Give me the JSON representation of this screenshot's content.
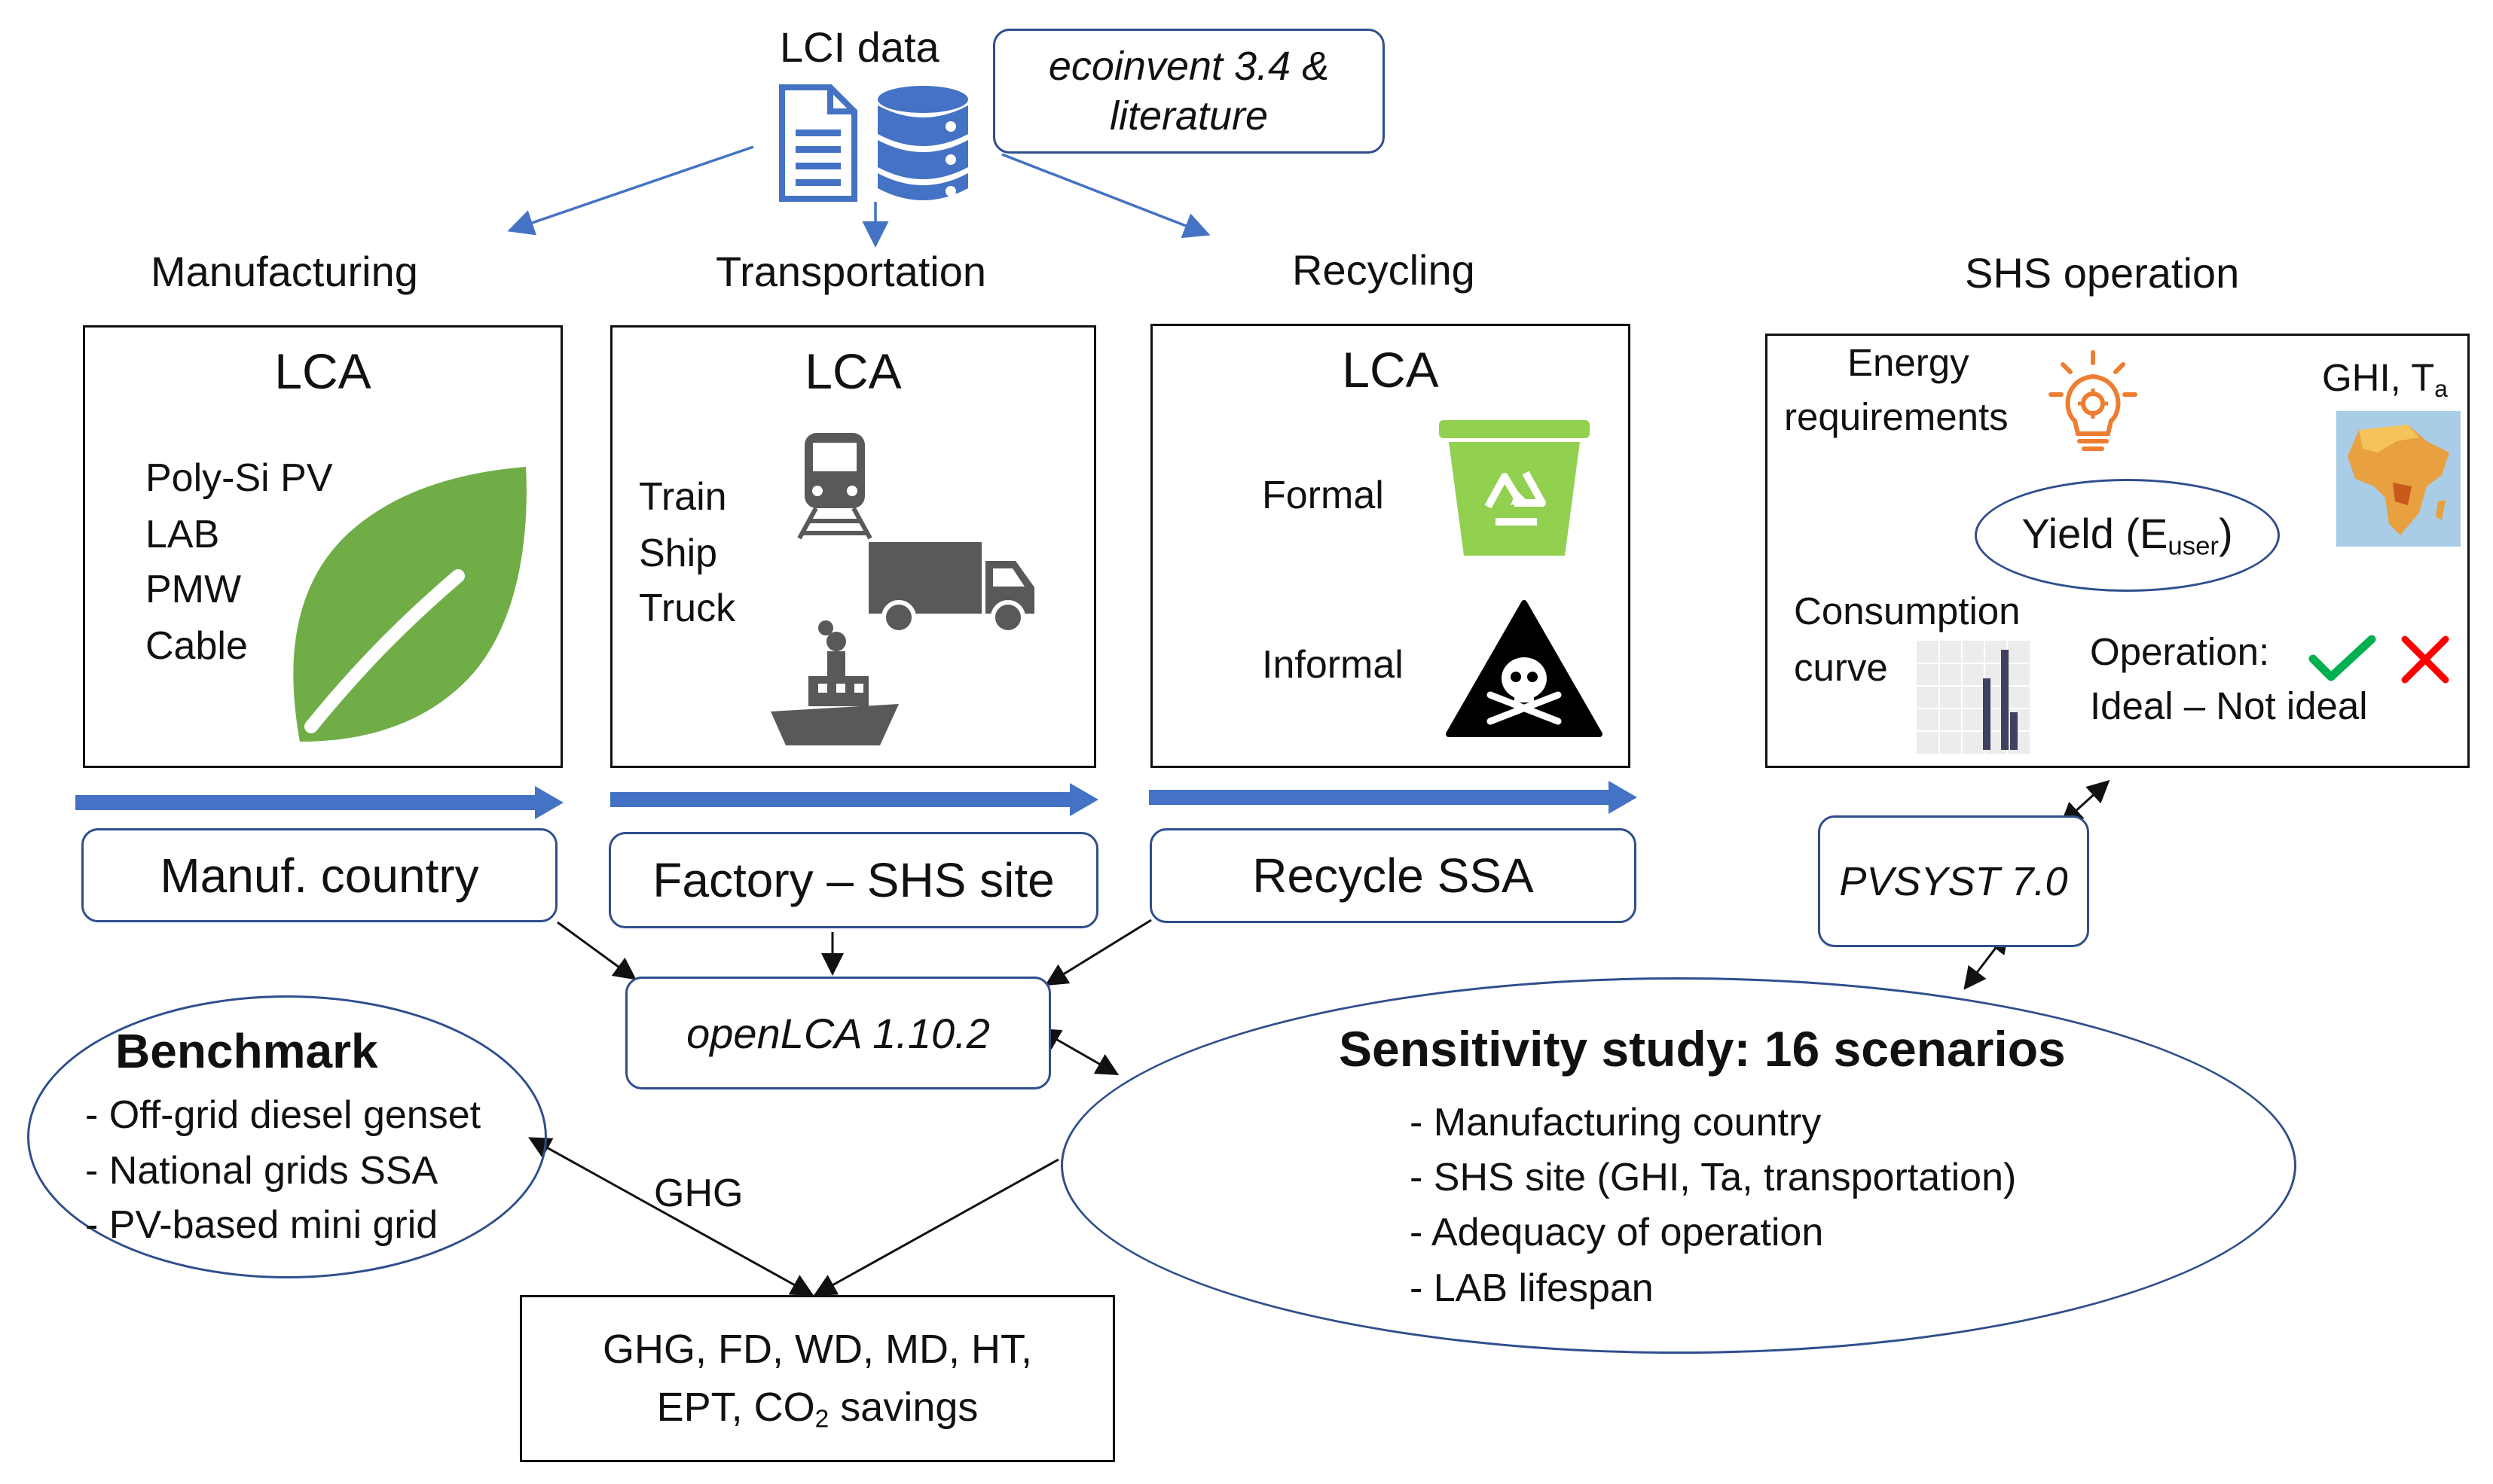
{
  "lci": {
    "title": "LCI data",
    "source_line1": "ecoinvent 3.4 &",
    "source_line2": "literature"
  },
  "stages": {
    "manufacturing": {
      "heading": "Manufacturing",
      "lca": "LCA",
      "items": [
        "Poly-Si PV",
        "LAB",
        "PMW",
        "Cable"
      ],
      "label": "Manuf. country"
    },
    "transportation": {
      "heading": "Transportation",
      "lca": "LCA",
      "items": [
        "Train",
        "Ship",
        "Truck"
      ],
      "label": "Factory – SHS site"
    },
    "recycling": {
      "heading": "Recycling",
      "lca": "LCA",
      "formal": "Formal",
      "informal": "Informal",
      "label": "Recycle SSA"
    }
  },
  "shs": {
    "heading": "SHS operation",
    "energy_line1": "Energy",
    "energy_line2": "requirements",
    "ghi": "GHI, T",
    "ghi_sub": "a",
    "yield": "Yield (E",
    "yield_sub": "user",
    "yield_close": ")",
    "consumption_line1": "Consumption",
    "consumption_line2": "curve",
    "operation": "Operation:",
    "ideal": "Ideal – Not ideal",
    "pvsyst": "PVSYST 7.0"
  },
  "openlca": "openLCA 1.10.2",
  "benchmark": {
    "title": "Benchmark",
    "items": [
      "- Off-grid diesel genset",
      "- National grids SSA",
      "- PV-based mini grid"
    ]
  },
  "ghg_label": "GHG",
  "sensitivity": {
    "title": "Sensitivity study: 16 scenarios",
    "items": [
      "- Manufacturing country",
      "- SHS site (GHI, Ta, transportation)",
      "- Adequacy of operation",
      "- LAB lifespan"
    ]
  },
  "outputs": {
    "line1": "GHG, FD, WD, MD, HT,",
    "line2_pre": "EPT, CO",
    "line2_sub": "2",
    "line2_post": " savings"
  },
  "icons": {
    "lci": [
      "document-icon",
      "database-icon"
    ],
    "manufacturing": "leaf-icon",
    "transportation": [
      "train-icon",
      "truck-icon",
      "ship-icon"
    ],
    "recycling": [
      "recycle-bin-icon",
      "hazard-icon"
    ],
    "shs": [
      "lightbulb-icon",
      "africa-map-icon",
      "consumption-chart-icon",
      "checkmark-icon",
      "cross-icon"
    ]
  },
  "colors": {
    "arrow_blue": "#4472c4",
    "leaf_green": "#70ad47",
    "bin_green": "#92d050",
    "bulb_orange": "#ed7d31",
    "icon_blue": "#4472c4",
    "icon_gray": "#595959",
    "check_green": "#00b050",
    "cross_red": "#ff0000"
  }
}
